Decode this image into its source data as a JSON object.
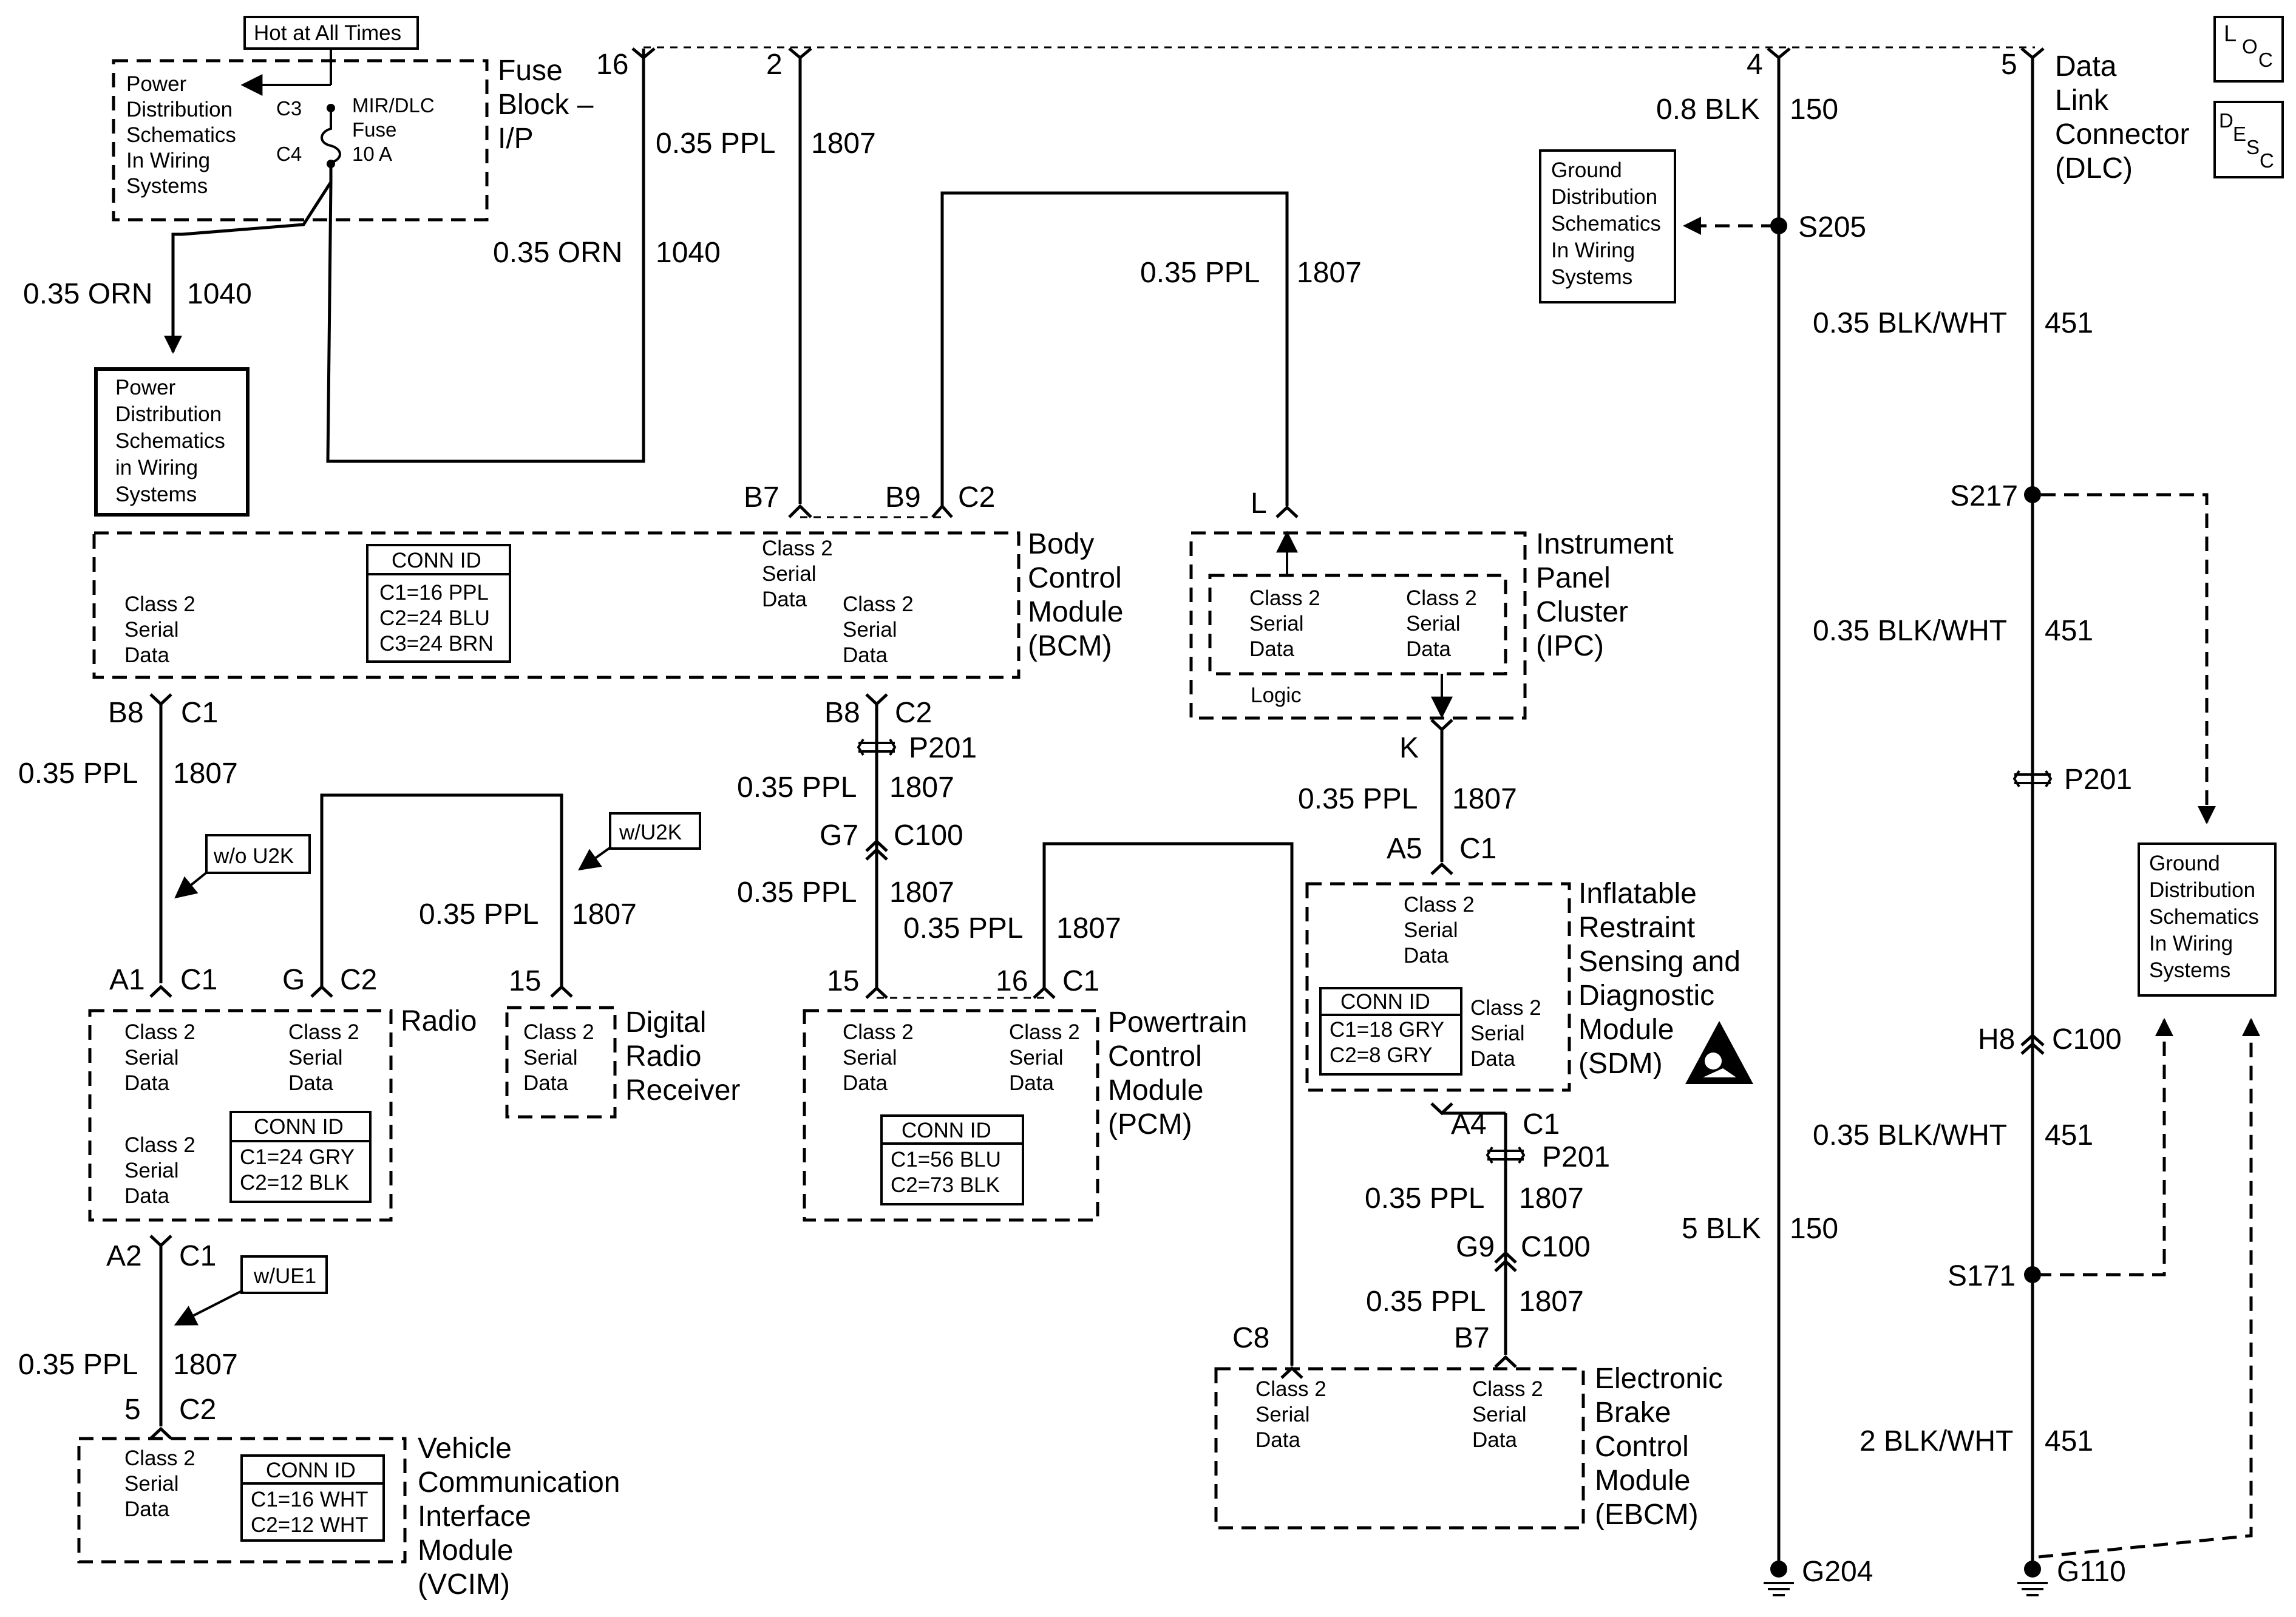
{
  "header": {
    "hot_at_all_times": "Hot at All Times",
    "fuse_c3": "C3",
    "fuse_c4": "C4",
    "fuse_name": "MIR/DLC",
    "fuse_word": "Fuse",
    "fuse_rating": "10 A",
    "fuse_block_label": [
      "Fuse",
      "Block –",
      "I/P"
    ],
    "pds_top": [
      "Power",
      "Distribution",
      "Schematics",
      "In Wiring",
      "Systems"
    ],
    "pds_left": [
      "Power",
      "Distribution",
      "Schematics",
      "in Wiring",
      "Systems"
    ],
    "loc_icon": "LOC",
    "desc_icon": "DESC"
  },
  "top_bus": {
    "pin16": "16",
    "pin2": "2",
    "pin4": "4",
    "pin5": "5",
    "dlc_label": [
      "Data",
      "Link",
      "Connector",
      "(DLC)"
    ]
  },
  "wires": {
    "orn_gauge": "0.35 ORN",
    "orn_circuit": "1040",
    "ppl_gauge": "0.35 PPL",
    "ppl_circuit": "1807",
    "blk08_gauge": "0.8 BLK",
    "blk_circuit": "150",
    "blk5_gauge": "5 BLK",
    "blkwht_gauge": "0.35 BLK/WHT",
    "blkwht_circuit": "451",
    "blkwht2_gauge": "2 BLK/WHT"
  },
  "ground": {
    "gds_box": [
      "Ground",
      "Distribution",
      "Schematics",
      "In Wiring",
      "Systems"
    ],
    "s205": "S205",
    "s217": "S217",
    "s171": "S171",
    "g204": "G204",
    "g110": "G110",
    "p201": "P201",
    "h8": "H8",
    "c100": "C100"
  },
  "modules": {
    "class2": [
      "Class 2",
      "Serial",
      "Data"
    ],
    "bcm": {
      "name": [
        "Body",
        "Control",
        "Module",
        "(BCM)"
      ],
      "conn_title": "CONN ID",
      "conn": [
        "C1=16 PPL",
        "C2=24 BLU",
        "C3=24 BRN"
      ],
      "pin_b7": "B7",
      "pin_b9": "B9",
      "pin_c2": "C2",
      "pin_b8": "B8",
      "pin_c1": "C1",
      "p201": "P201",
      "pin_g7": "G7",
      "c100": "C100"
    },
    "ipc": {
      "name": [
        "Instrument",
        "Panel",
        "Cluster",
        "(IPC)"
      ],
      "logic": "Logic",
      "pin_l": "L",
      "pin_k": "K"
    },
    "radio": {
      "name": "Radio",
      "conn_title": "CONN ID",
      "conn": [
        "C1=24 GRY",
        "C2=12 BLK"
      ],
      "pin_a1": "A1",
      "pin_c1": "C1",
      "pin_g": "G",
      "pin_c2": "C2",
      "pin_a2": "A2",
      "wo_u2k": "w/o U2K",
      "w_u2k": "w/U2K",
      "w_ue1": "w/UE1"
    },
    "drr": {
      "name": [
        "Digital",
        "Radio",
        "Receiver"
      ],
      "pin15": "15"
    },
    "pcm": {
      "name": [
        "Powertrain",
        "Control",
        "Module",
        "(PCM)"
      ],
      "conn_title": "CONN ID",
      "conn": [
        "C1=56 BLU",
        "C2=73 BLK"
      ],
      "pin15": "15",
      "pin16": "16",
      "pin_c1": "C1"
    },
    "sdm": {
      "name": [
        "Inflatable",
        "Restraint",
        "Sensing and",
        "Diagnostic",
        "Module",
        "(SDM)"
      ],
      "conn_title": "CONN ID",
      "conn": [
        "C1=18 GRY",
        "C2=8 GRY"
      ],
      "pin_a5": "A5",
      "pin_c1": "C1",
      "pin_a4": "A4",
      "p201": "P201",
      "pin_g9": "G9",
      "c100": "C100"
    },
    "ebcm": {
      "name": [
        "Electronic",
        "Brake",
        "Control",
        "Module",
        "(EBCM)"
      ],
      "pin_c8": "C8",
      "pin_b7": "B7"
    },
    "vcim": {
      "name": [
        "Vehicle",
        "Communication",
        "Interface",
        "Module",
        "(VCIM)"
      ],
      "conn_title": "CONN ID",
      "conn": [
        "C1=16 WHT",
        "C2=12 WHT"
      ],
      "pin5": "5",
      "pin_c2": "C2"
    }
  }
}
